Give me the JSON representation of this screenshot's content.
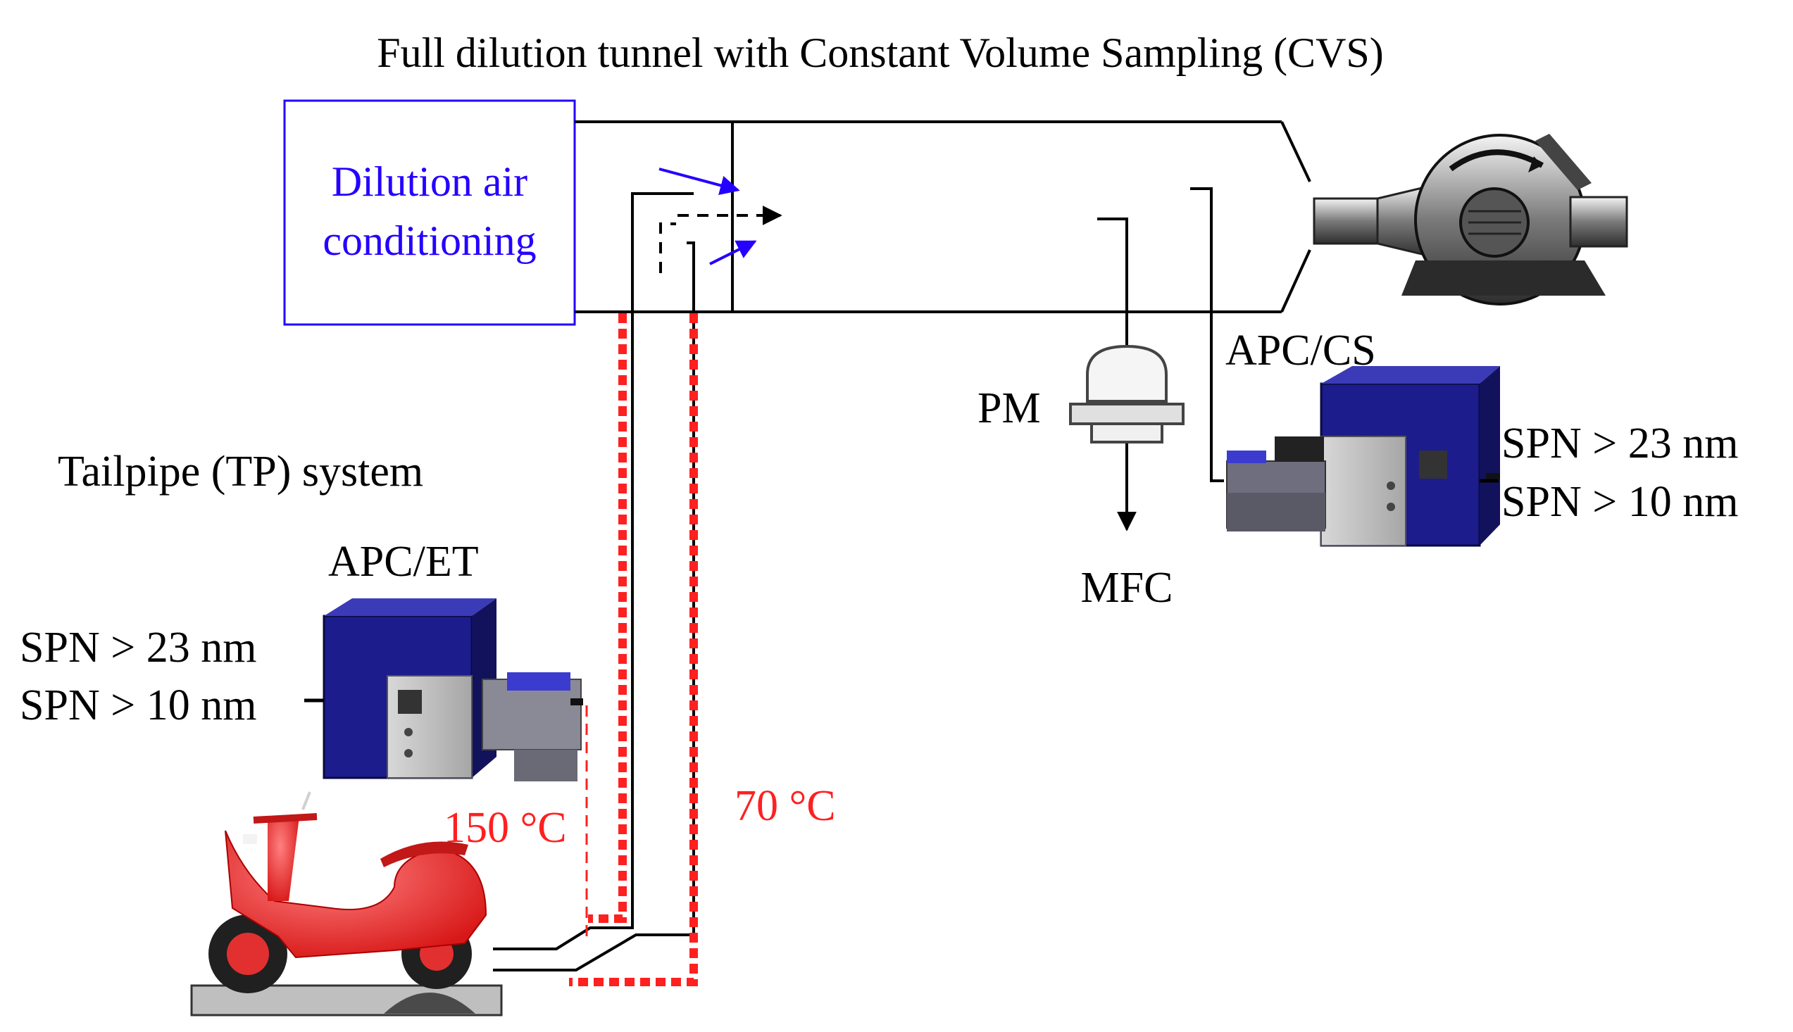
{
  "title": "Full dilution tunnel with Constant Volume Sampling (CVS)",
  "dilution_box": {
    "line1": "Dilution air",
    "line2": "conditioning"
  },
  "tailpipe_label": "Tailpipe (TP) system",
  "apc_et": {
    "name": "APC/ET",
    "spn1": "SPN > 23 nm",
    "spn2": "SPN > 10 nm"
  },
  "apc_cs": {
    "name": "APC/CS",
    "spn1": "SPN > 23 nm",
    "spn2": "SPN > 10 nm"
  },
  "pm_label": "PM",
  "mfc_label": "MFC",
  "temp_inner": "150 °C",
  "temp_outer": "70 °C",
  "colors": {
    "dilution": "#2400ff",
    "heated": "#ff2020",
    "instrument_blue": "#1c1c8c",
    "line": "#000000"
  },
  "icons": {
    "scooter": "scooter-icon",
    "blower": "cvs-blower-icon",
    "pm_filter": "pm-filter-icon",
    "instrument": "particle-counter-icon"
  }
}
